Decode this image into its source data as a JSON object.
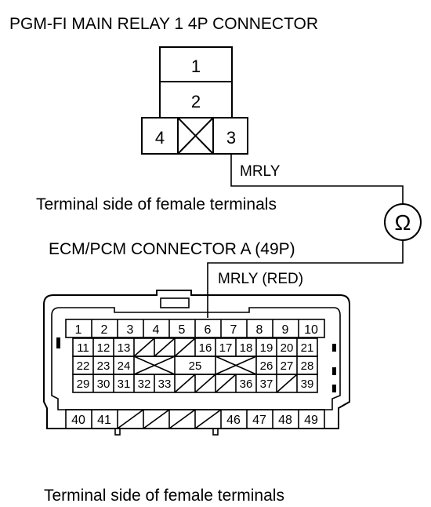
{
  "relay": {
    "title": "PGM-FI MAIN RELAY 1 4P CONNECTOR",
    "pins": [
      "1",
      "2",
      "3",
      "4"
    ],
    "wire_label": "MRLY",
    "side_label": "Terminal side of female terminals"
  },
  "meter": {
    "symbol": "Ω"
  },
  "ecm": {
    "title": "ECM/PCM CONNECTOR A (49P)",
    "wire_label": "MRLY (RED)",
    "side_label": "Terminal side of female terminals",
    "row1": [
      "1",
      "2",
      "3",
      "4",
      "5",
      "6",
      "7",
      "8",
      "9",
      "10"
    ],
    "row2": [
      "11",
      "12",
      "13",
      "16",
      "17",
      "18",
      "19",
      "20",
      "21"
    ],
    "row3": [
      "22",
      "23",
      "24",
      "25",
      "26",
      "27",
      "28"
    ],
    "row4": [
      "29",
      "30",
      "31",
      "32",
      "33",
      "36",
      "37",
      "39"
    ],
    "row5": [
      "40",
      "41",
      "46",
      "47",
      "48",
      "49"
    ]
  }
}
